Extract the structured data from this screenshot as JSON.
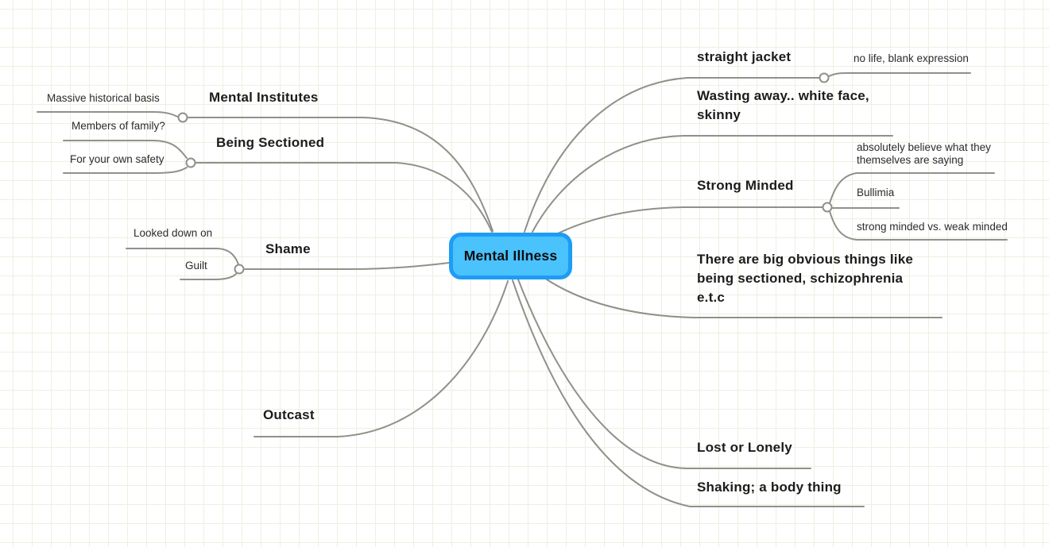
{
  "app": {
    "view": "mind-map-canvas"
  },
  "colors": {
    "root_fill": "#4ac2fc",
    "root_border": "#1e9cf5",
    "edge": "#8f918a",
    "grid": "#edf0e1",
    "background": "#ffffff"
  },
  "nodes": {
    "root": "Mental Illness",
    "mental_institutes": "Mental Institutes",
    "massive_historical_basis": "Massive historical basis",
    "being_sectioned": "Being Sectioned",
    "members_of_family": "Members of family?",
    "for_your_own_safety": "For your own safety",
    "shame": "Shame",
    "looked_down_on": "Looked down on",
    "guilt": "Guilt",
    "outcast": "Outcast",
    "straight_jacket": "straight jacket",
    "no_life": "no life, blank expression",
    "wasting_away": "Wasting away.. white face, skinny",
    "strong_minded": "Strong Minded",
    "absolutely_believe": "absolutely believe what they themselves are saying",
    "bullimia": "Bullimia",
    "strong_vs_weak": "strong minded vs. weak minded",
    "big_obvious": "There are big obvious things like being sectioned, schizophrenia e.t.c",
    "lost_or_lonely": "Lost or Lonely",
    "shaking": "Shaking; a body thing"
  },
  "outline": {
    "root": "Mental Illness",
    "branches": [
      {
        "label": "Mental Institutes",
        "side": "left",
        "children": [
          "Massive historical basis"
        ]
      },
      {
        "label": "Being Sectioned",
        "side": "left",
        "children": [
          "Members of family?",
          "For your own safety"
        ]
      },
      {
        "label": "Shame",
        "side": "left",
        "children": [
          "Looked down on",
          "Guilt"
        ]
      },
      {
        "label": "Outcast",
        "side": "left",
        "children": []
      },
      {
        "label": "straight jacket",
        "side": "right",
        "children": [
          "no life, blank expression"
        ]
      },
      {
        "label": "Wasting away.. white face, skinny",
        "side": "right",
        "children": []
      },
      {
        "label": "Strong Minded",
        "side": "right",
        "children": [
          "absolutely believe what they themselves are saying",
          "Bullimia",
          "strong minded vs. weak minded"
        ]
      },
      {
        "label": "There are big obvious things like being sectioned, schizophrenia e.t.c",
        "side": "right",
        "children": []
      },
      {
        "label": "Lost or Lonely",
        "side": "right",
        "children": []
      },
      {
        "label": "Shaking; a body thing",
        "side": "right",
        "children": []
      }
    ]
  }
}
